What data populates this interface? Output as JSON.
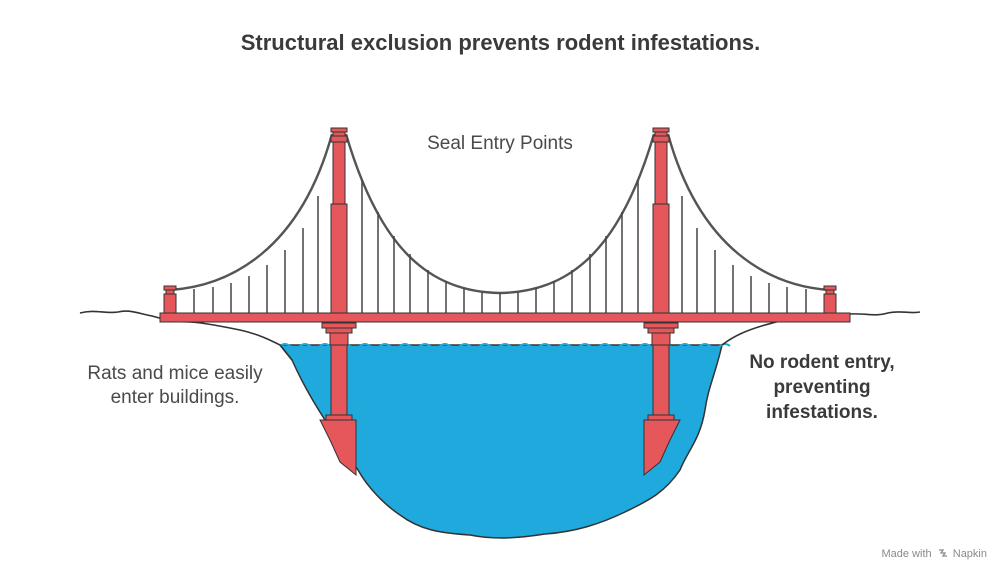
{
  "title": "Structural exclusion prevents rodent infestations.",
  "center_label": "Seal Entry Points",
  "left_label": {
    "lines": [
      "Rats and mice easily",
      "enter buildings."
    ]
  },
  "right_label": {
    "lines": [
      "No rodent entry,",
      "preventing",
      "infestations."
    ]
  },
  "footer": {
    "made_with": "Made with",
    "brand": "Napkin"
  },
  "colors": {
    "tower": "#e5575a",
    "water": "#1fa9dc",
    "cable": "#555555",
    "ground": "#333333",
    "text_dark": "#3a3a3a",
    "text_mid": "#4a4a4a"
  }
}
